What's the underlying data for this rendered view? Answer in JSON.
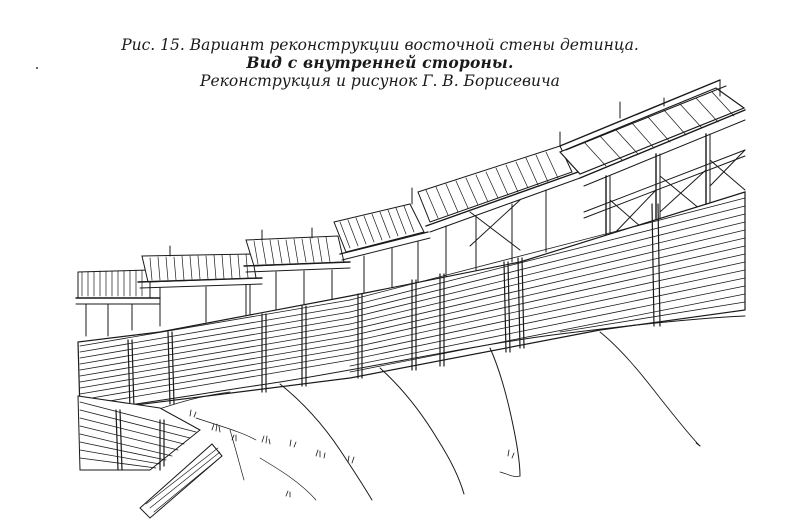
{
  "figure": {
    "caption_line1": "Рис. 15. Вариант реконструкции восточной стены детинца.",
    "caption_line2": "Вид с внутренней стороны.",
    "caption_line3": "Реконструкция и рисунок Г. В. Борисевича"
  },
  "colors": {
    "ink": "#1a1a1a",
    "paper": "#ffffff"
  }
}
